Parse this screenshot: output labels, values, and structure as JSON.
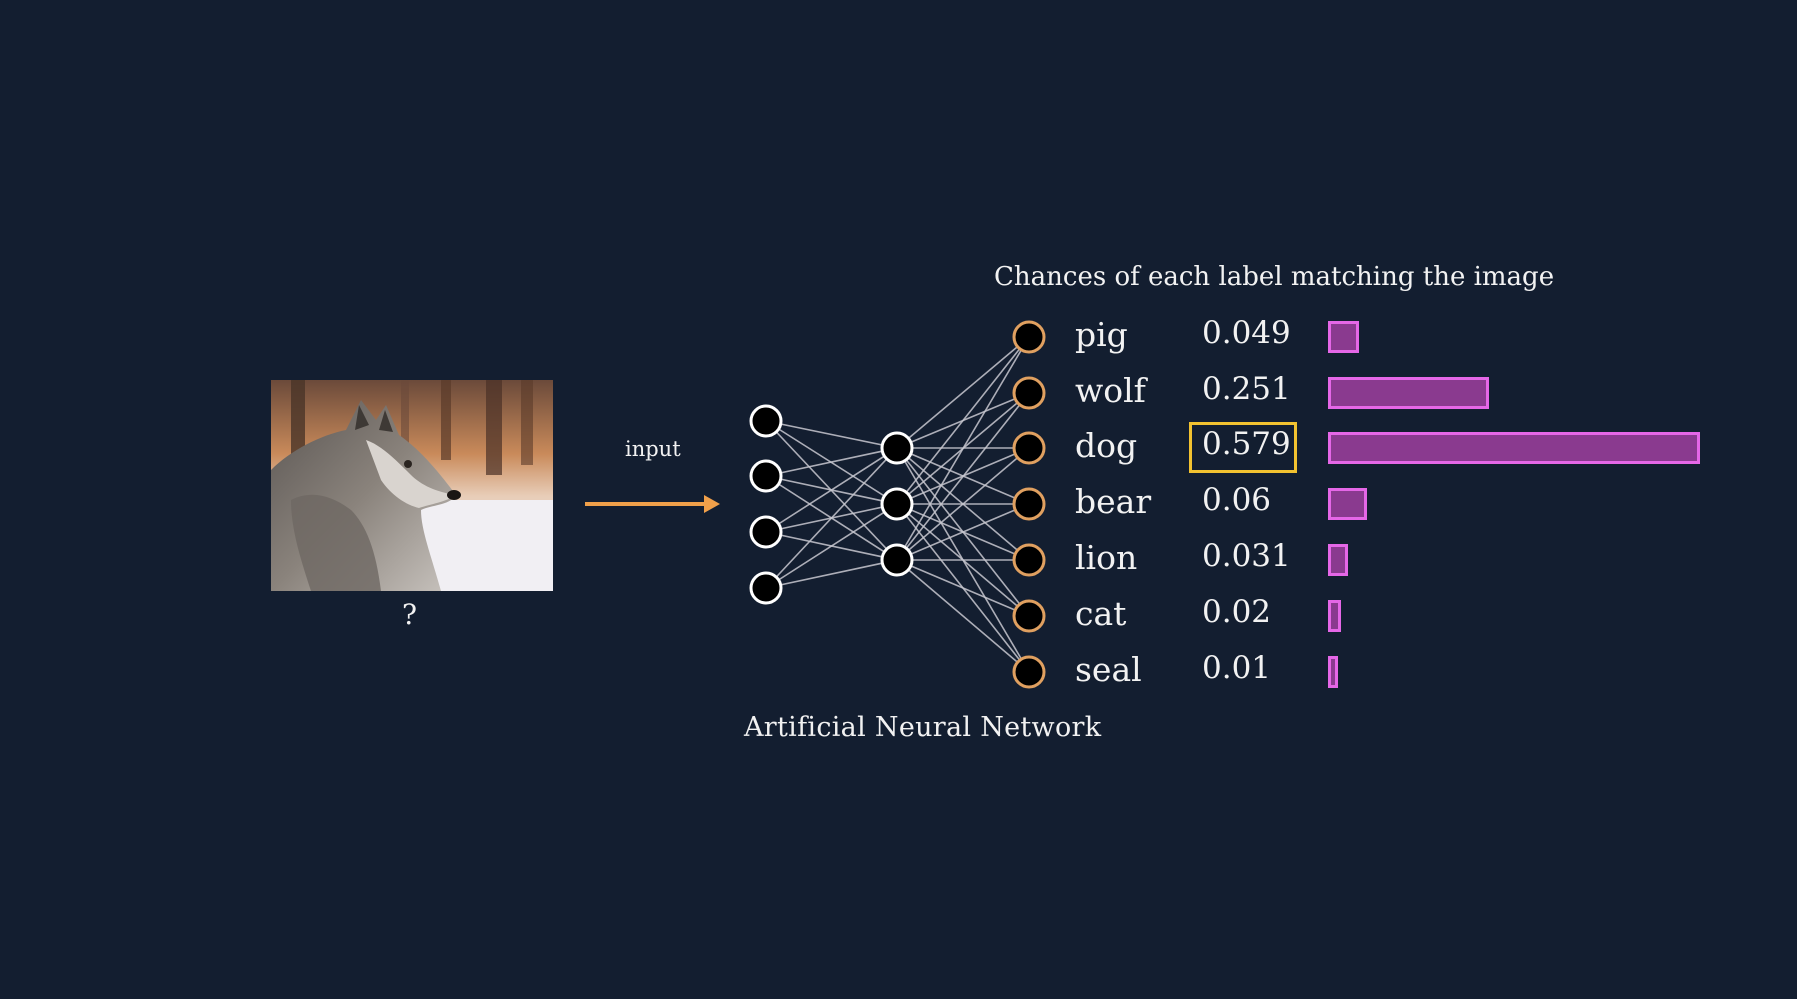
{
  "title": "Chances of each label matching the image",
  "input_label": "input",
  "question_mark": "?",
  "network_label": "Artificial Neural Network",
  "colors": {
    "background": "#131e30",
    "arrow": "#f0a04a",
    "output_node_stroke": "#e0a060",
    "hidden_node_stroke": "#ffffff",
    "edge": "#c8c8d0",
    "bar_fill": "#8a3a8f",
    "bar_stroke": "#e567e7",
    "highlight": "#f2c230"
  },
  "network": {
    "layers": [
      4,
      3,
      7
    ]
  },
  "outputs": [
    {
      "label": "pig",
      "value": "0.049",
      "prob": 0.049
    },
    {
      "label": "wolf",
      "value": "0.251",
      "prob": 0.251
    },
    {
      "label": "dog",
      "value": "0.579",
      "prob": 0.579,
      "highlighted": true
    },
    {
      "label": "bear",
      "value": "0.06",
      "prob": 0.06
    },
    {
      "label": "lion",
      "value": "0.031",
      "prob": 0.031
    },
    {
      "label": "cat",
      "value": "0.02",
      "prob": 0.02
    },
    {
      "label": "seal",
      "value": "0.01",
      "prob": 0.01
    }
  ],
  "image_icon": "wolf-photo"
}
